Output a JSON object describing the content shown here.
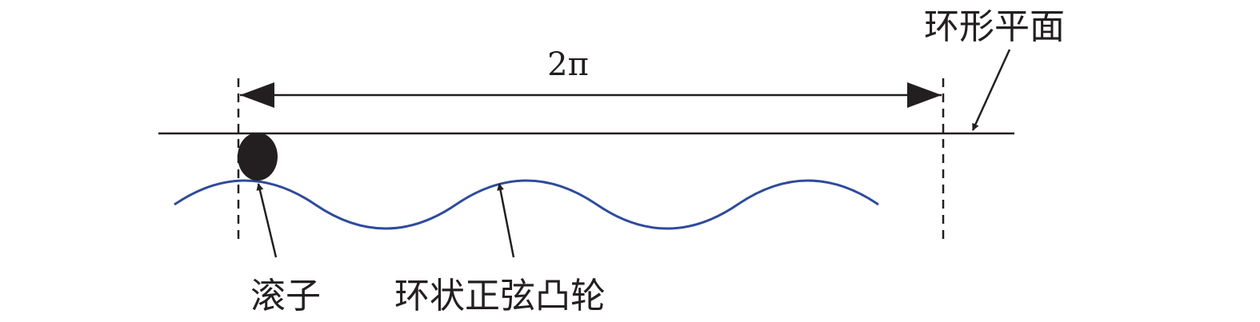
{
  "labels": {
    "plane": "环形平面",
    "span": "2π",
    "roller": "滚子",
    "cam": "环状正弦凸轮"
  },
  "colors": {
    "ink": "#231f20",
    "cam_curve": "#2e4b9b"
  },
  "cam": {
    "periods_shown": 2.5
  }
}
